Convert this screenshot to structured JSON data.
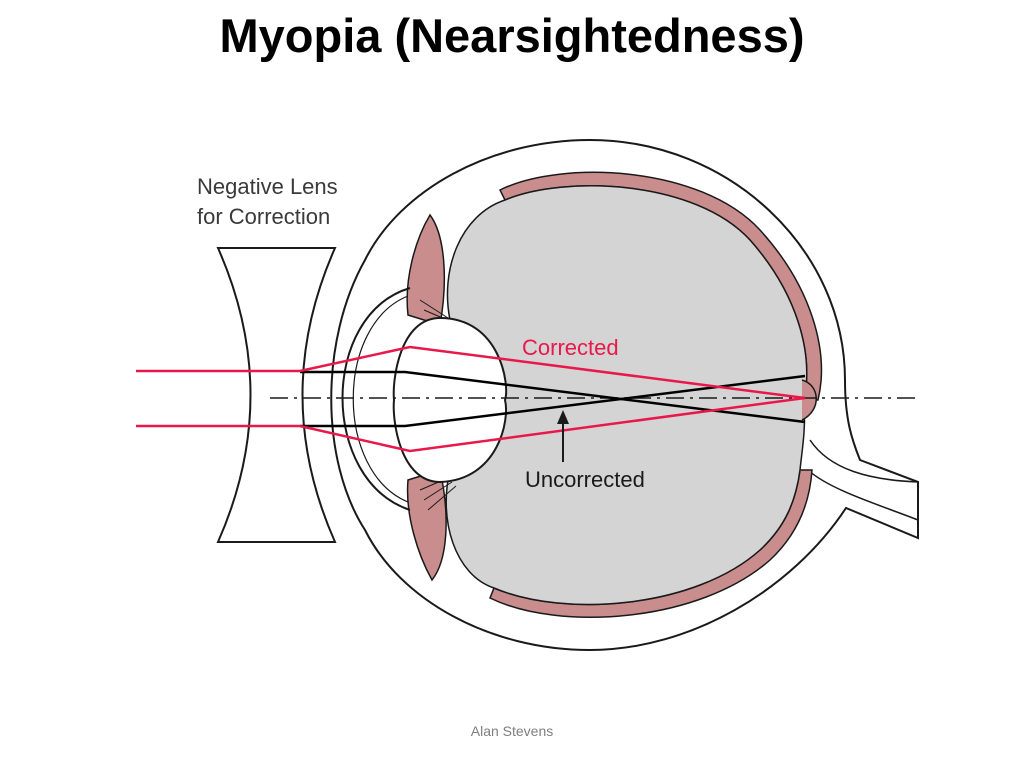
{
  "slide": {
    "title": "Myopia (Nearsightedness)",
    "footer": "Alan Stevens"
  },
  "diagram": {
    "lens_label": [
      "Negative Lens",
      "for Correction"
    ],
    "corrected_label": "Corrected",
    "uncorrected_label": "Uncorrected"
  },
  "colors": {
    "corrected_ray": "#e8194a",
    "uncorrected_ray": "#000000",
    "eye_fill": "#d4d4d4",
    "tissue_fill": "#c98d8d",
    "outline": "#1a1a1a"
  }
}
